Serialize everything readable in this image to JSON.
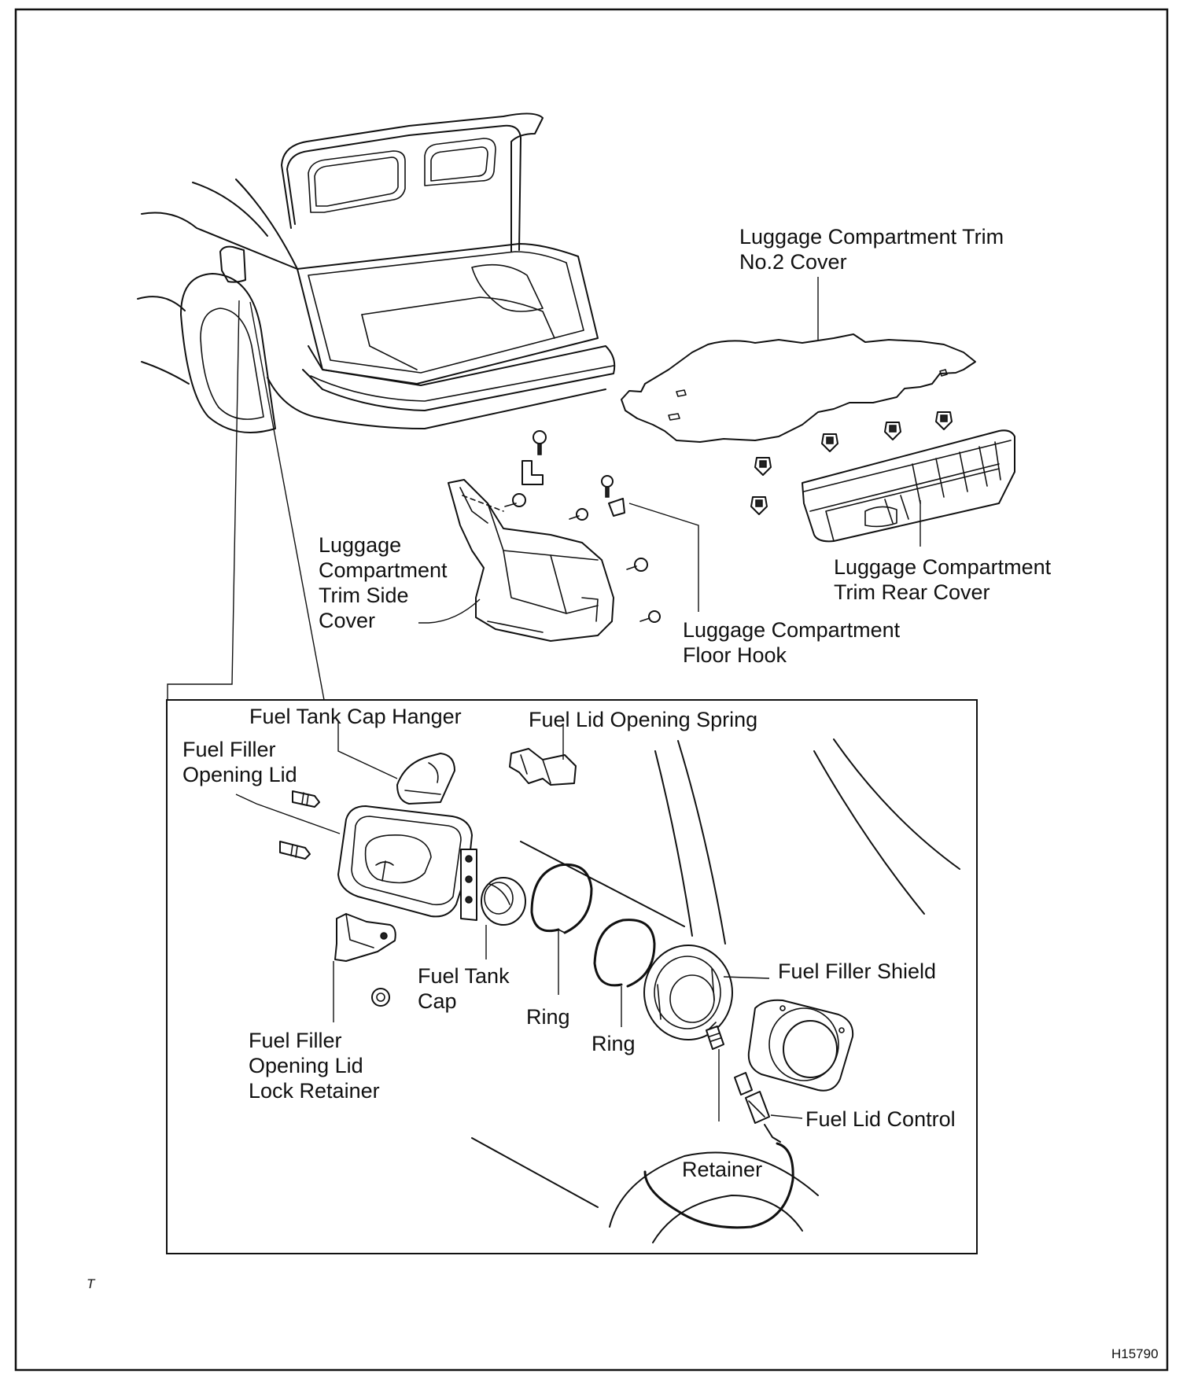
{
  "labels": {
    "trim_no2_cover_l1": "Luggage Compartment Trim",
    "trim_no2_cover_l2": "No.2 Cover",
    "side_cover_l1": "Luggage",
    "side_cover_l2": "Compartment",
    "side_cover_l3": "Trim Side",
    "side_cover_l4": "Cover",
    "rear_cover_l1": "Luggage Compartment",
    "rear_cover_l2": "Trim Rear Cover",
    "floor_hook_l1": "Luggage Compartment",
    "floor_hook_l2": "Floor Hook",
    "cap_hanger": "Fuel Tank Cap Hanger",
    "opening_spring": "Fuel Lid Opening Spring",
    "filler_lid_l1": "Fuel Filler",
    "filler_lid_l2": "Opening Lid",
    "tank_cap_l1": "Fuel Tank",
    "tank_cap_l2": "Cap",
    "ring_1": "Ring",
    "ring_2": "Ring",
    "filler_shield": "Fuel Filler Shield",
    "lock_retainer_l1": "Fuel Filler",
    "lock_retainer_l2": "Opening Lid",
    "lock_retainer_l3": "Lock Retainer",
    "lid_control": "Fuel Lid Control",
    "retainer": "Retainer"
  },
  "corner_mark": "T",
  "figure_code": "H15790"
}
